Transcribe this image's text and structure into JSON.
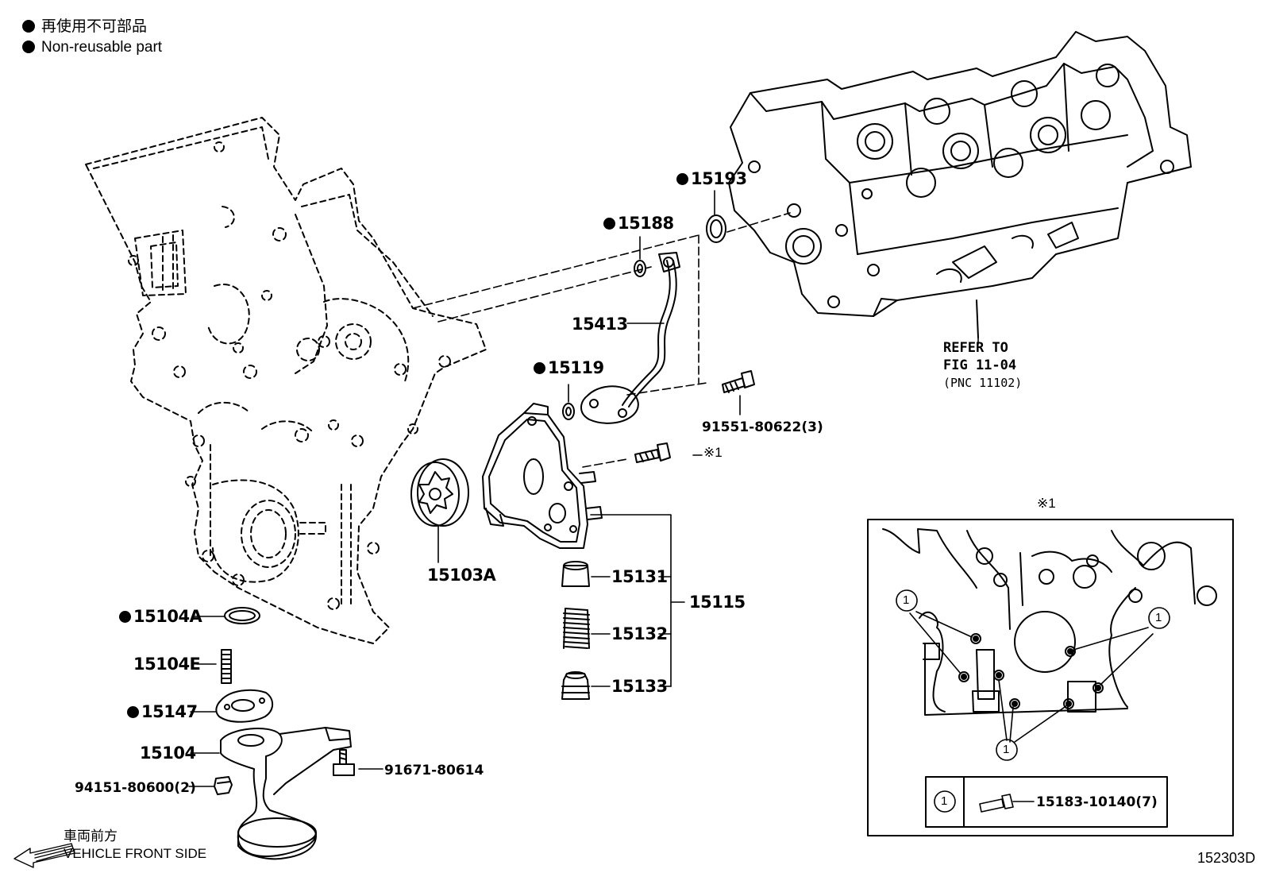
{
  "legend": {
    "line_ja": "再使用不可部品",
    "line_en": "Non-reusable part"
  },
  "labels": {
    "p15193": "15193",
    "p15188": "15188",
    "p15413": "15413",
    "p15119": "15119",
    "p91551": "91551-80622(3)",
    "ref_mark_1": "※1",
    "p15103A": "15103A",
    "p15131": "15131",
    "p15132": "15132",
    "p15133": "15133",
    "p15115": "15115",
    "p15104A": "15104A",
    "p15104E": "15104E",
    "p15147": "15147",
    "p15104": "15104",
    "p91671": "91671-80614",
    "p94151": "94151-80600(2)"
  },
  "refer": {
    "line1": "REFER TO",
    "line2": "FIG 11-04",
    "line3": "(PNC 11102)"
  },
  "inset": {
    "title": "※1",
    "callout": "1",
    "table_num": "1",
    "table_part": "15183-10140(7)"
  },
  "front": {
    "line_ja": "車両前方",
    "line_en": "VEHICLE FRONT SIDE"
  },
  "figure_code": "152303D",
  "non_reusable": [
    "15193",
    "15188",
    "15119",
    "15104A",
    "15147"
  ]
}
